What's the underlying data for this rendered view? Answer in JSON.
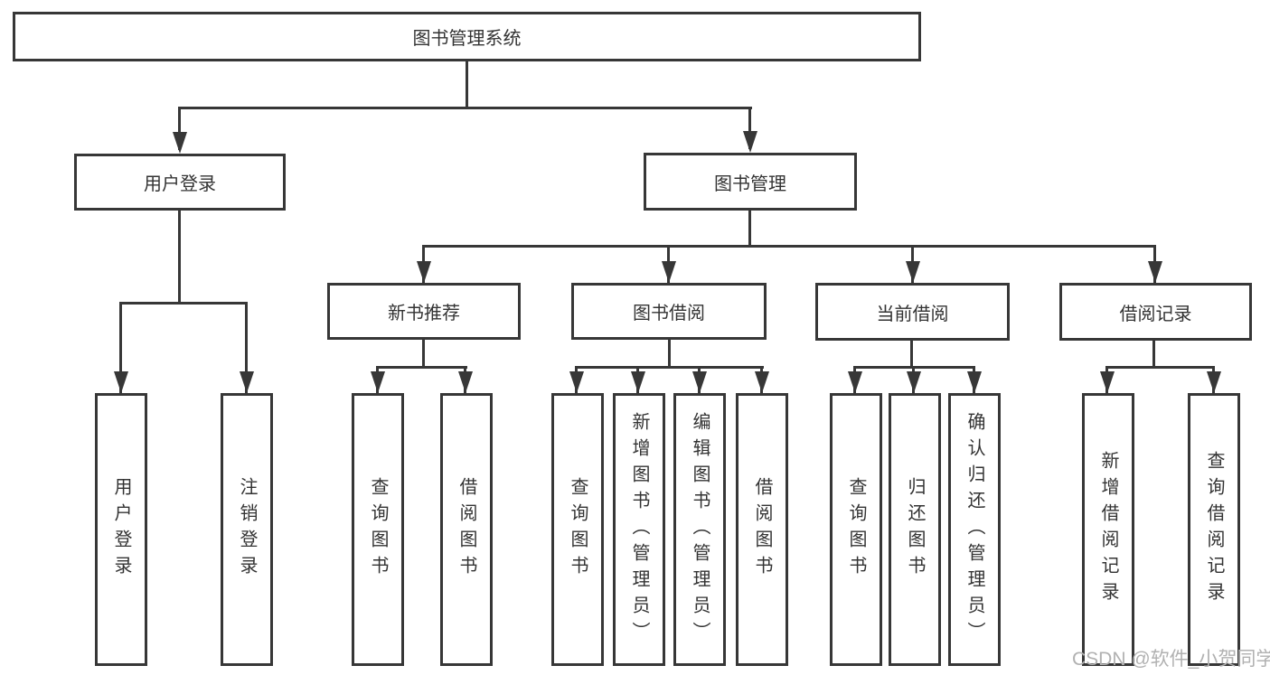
{
  "tree": {
    "root": {
      "label": "图书管理系统"
    },
    "level2": [
      {
        "label": "用户登录",
        "leaves": [
          {
            "label": "用户登录"
          },
          {
            "label": "注销登录"
          }
        ]
      },
      {
        "label": "图书管理",
        "children": [
          {
            "label": "新书推荐",
            "leaves": [
              {
                "label": "查询图书"
              },
              {
                "label": "借阅图书"
              }
            ]
          },
          {
            "label": "图书借阅",
            "leaves": [
              {
                "label": "查询图书"
              },
              {
                "label": "新增图书（管理员）"
              },
              {
                "label": "编辑图书（管理员）"
              },
              {
                "label": "借阅图书"
              }
            ]
          },
          {
            "label": "当前借阅",
            "leaves": [
              {
                "label": "查询图书"
              },
              {
                "label": "归还图书"
              },
              {
                "label": "确认归还（管理员）"
              }
            ]
          },
          {
            "label": "借阅记录",
            "leaves": [
              {
                "label": "新增借阅记录"
              },
              {
                "label": "查询借阅记录"
              }
            ]
          }
        ]
      }
    ]
  },
  "watermark": {
    "text": "CSDN @软件_小贺同学",
    "color": "#b1b1b1"
  },
  "colors": {
    "line": "#373737",
    "text": "#333333",
    "background": "#ffffff"
  }
}
